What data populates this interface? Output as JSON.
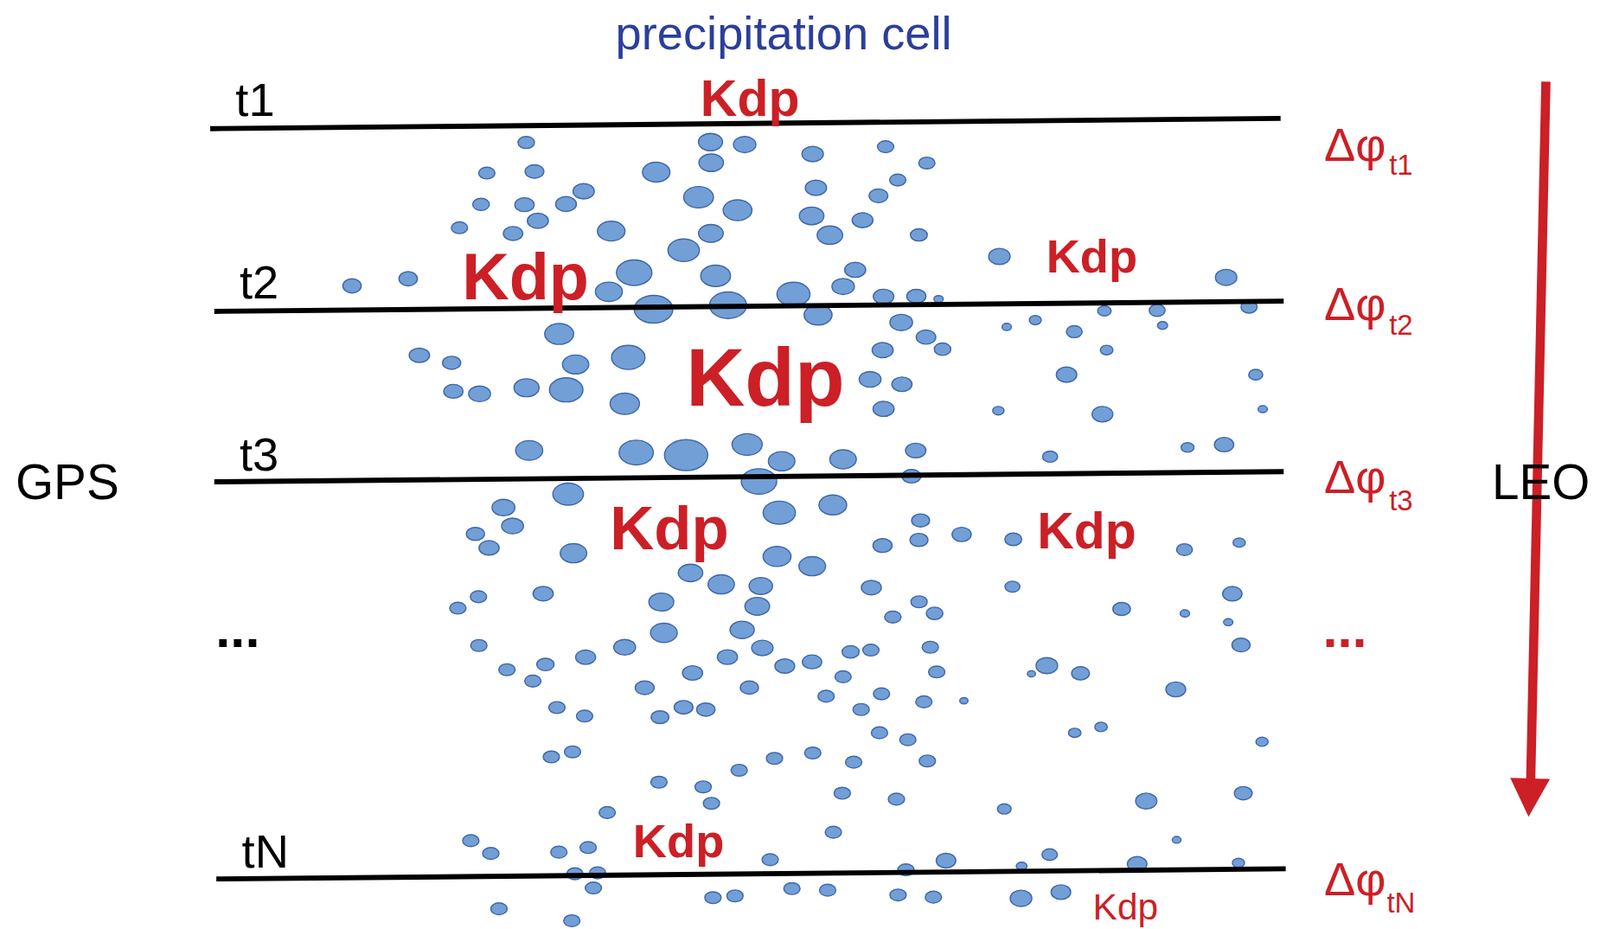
{
  "diagram": {
    "title": "precipitation cell",
    "labels": [
      "Kdp",
      "t1",
      "Δφ",
      "t1",
      "Kdp",
      "Kdp",
      "t2",
      "Δφ",
      "t2",
      "Kdp",
      "t3",
      "GPS",
      "Δφ",
      "t3",
      "LEO",
      "Kdp",
      "Kdp",
      "...",
      "...",
      "Kdp",
      "tN",
      "Δφ",
      "tN",
      "Kdp"
    ]
  }
}
